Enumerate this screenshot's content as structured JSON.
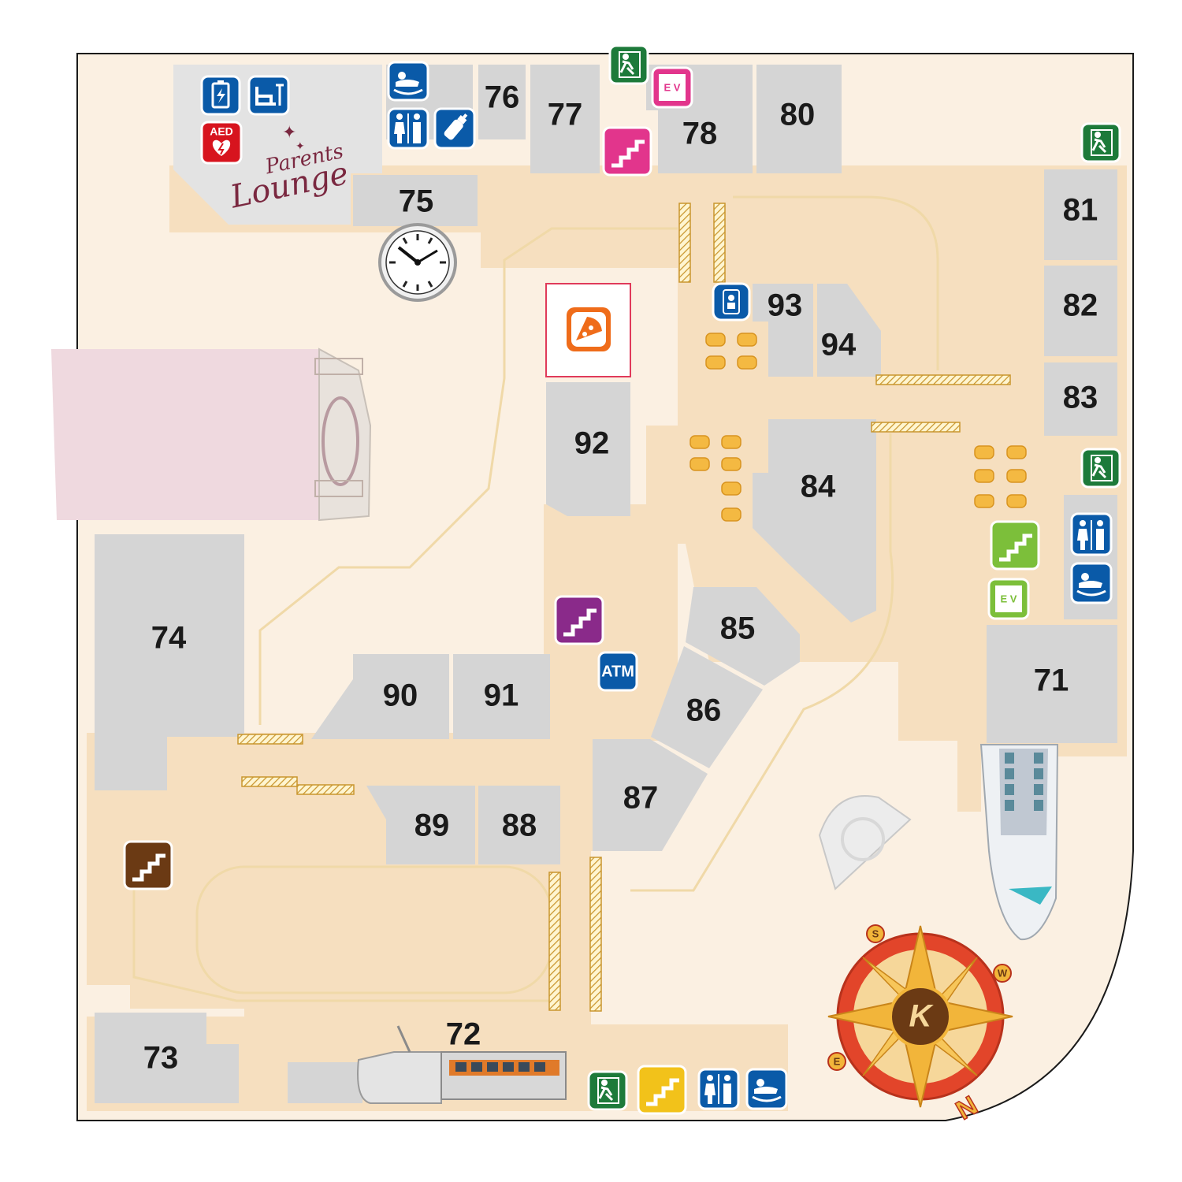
{
  "colors": {
    "floor": "#fbf0e2",
    "corridor": "#f6dfbf",
    "shop": "#d5d5d5",
    "outline": "#1a1a1a",
    "exit_green": "#1d7a3a",
    "stairs_pink": "#e2358c",
    "stairs_purple": "#8a2a8a",
    "stairs_brown": "#6b3a14",
    "stairs_yellow": "#f2c21a",
    "stairs_lime": "#7cbf3a",
    "facility_blue": "#0a5aa8",
    "aed_red": "#d7141e",
    "food_orange": "#ef6c1a",
    "seat_gold": "#f4b942",
    "lounge": "#7a2840"
  },
  "shops": [
    {
      "id": "71",
      "label": "71"
    },
    {
      "id": "72",
      "label": "72"
    },
    {
      "id": "73",
      "label": "73"
    },
    {
      "id": "74",
      "label": "74"
    },
    {
      "id": "75",
      "label": "75"
    },
    {
      "id": "76",
      "label": "76"
    },
    {
      "id": "77",
      "label": "77"
    },
    {
      "id": "78",
      "label": "78"
    },
    {
      "id": "80",
      "label": "80"
    },
    {
      "id": "81",
      "label": "81"
    },
    {
      "id": "82",
      "label": "82"
    },
    {
      "id": "83",
      "label": "83"
    },
    {
      "id": "84",
      "label": "84"
    },
    {
      "id": "85",
      "label": "85"
    },
    {
      "id": "86",
      "label": "86"
    },
    {
      "id": "87",
      "label": "87"
    },
    {
      "id": "88",
      "label": "88"
    },
    {
      "id": "89",
      "label": "89"
    },
    {
      "id": "90",
      "label": "90"
    },
    {
      "id": "91",
      "label": "91"
    },
    {
      "id": "92",
      "label": "92"
    },
    {
      "id": "93",
      "label": "93"
    },
    {
      "id": "94",
      "label": "94"
    }
  ],
  "facilities": {
    "atm_label": "ATM",
    "aed_label": "AED",
    "elevator_label": "E V",
    "lounge_line1": "Parents",
    "lounge_line2": "Lounge"
  },
  "compass": {
    "center_letter": "K",
    "north": "N",
    "south": "S",
    "east": "E",
    "west": "W"
  },
  "icons": [
    "exit-icon",
    "stairs-icon",
    "elevator-icon",
    "restroom-icon",
    "baby-changing-icon",
    "nursing-bottle-icon",
    "battery-charging-icon",
    "nursing-chair-icon",
    "aed-icon",
    "atm-icon",
    "food-court-icon",
    "information-kiosk-icon",
    "clock-icon",
    "compass-icon",
    "seating-icon"
  ]
}
